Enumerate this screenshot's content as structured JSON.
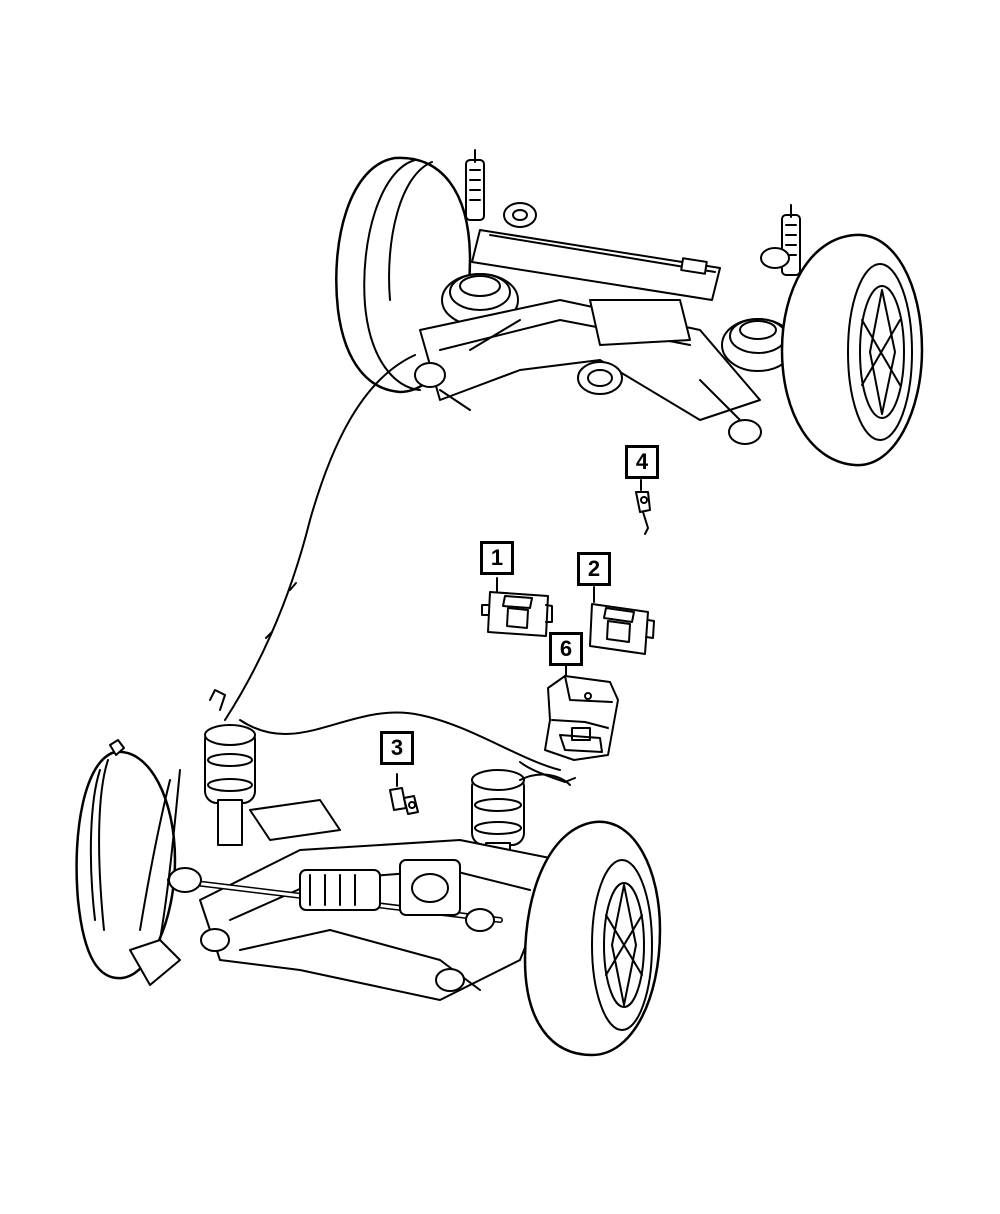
{
  "callouts": [
    {
      "id": "1",
      "label": "1"
    },
    {
      "id": "2",
      "label": "2"
    },
    {
      "id": "3",
      "label": "3"
    },
    {
      "id": "4",
      "label": "4"
    },
    {
      "id": "6",
      "label": "6"
    }
  ],
  "colors": {
    "line": "#000000",
    "fill": "#ffffff"
  },
  "icons": {
    "rear_axle": "rear-suspension-assembly",
    "front_axle": "front-suspension-assembly",
    "module": "control-module",
    "bracket": "module-bracket",
    "sensor": "height-sensor"
  }
}
